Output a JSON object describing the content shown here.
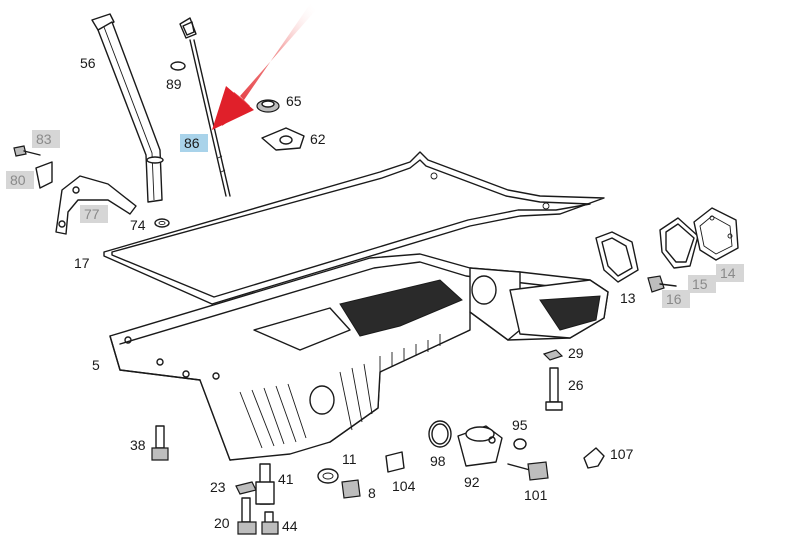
{
  "diagram": {
    "labels": {
      "p56": "56",
      "p89": "89",
      "p65": "65",
      "p62": "62",
      "p86": "86",
      "p83": "83",
      "p80": "80",
      "p77": "77",
      "p74": "74",
      "p17": "17",
      "p13": "13",
      "p15": "15",
      "p14": "14",
      "p16": "16",
      "p5": "5",
      "p29": "29",
      "p26": "26",
      "p95": "95",
      "p107": "107",
      "p38": "38",
      "p11": "11",
      "p98": "98",
      "p92": "92",
      "p8": "8",
      "p104": "104",
      "p101": "101",
      "p23": "23",
      "p41": "41",
      "p20": "20",
      "p44": "44"
    },
    "highlight_colors": {
      "selected": "#a9d3ea",
      "inactive": "#d6d6d6",
      "arrow": "#e0202a"
    },
    "icons": {
      "pointer": "red-arrow-icon"
    }
  }
}
